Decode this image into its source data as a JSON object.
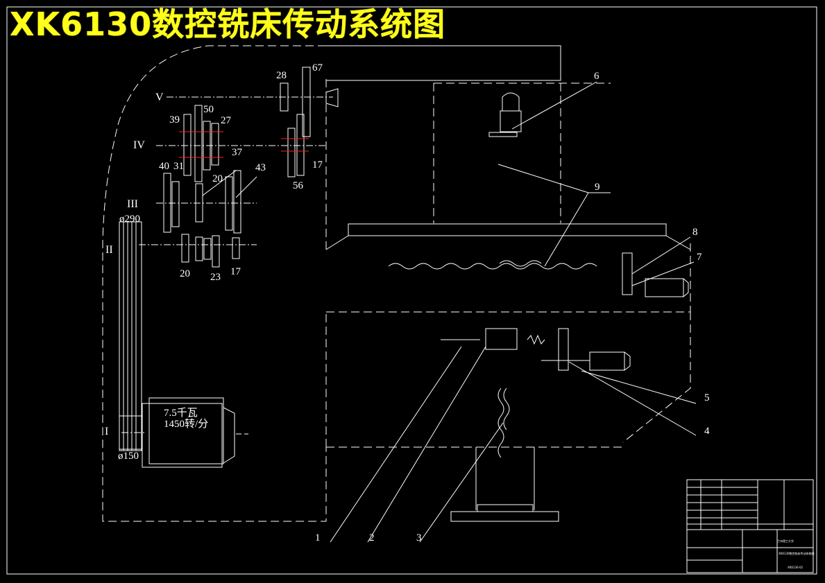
{
  "title": "XK6130数控铣床传动系统图",
  "motor": {
    "power": "7.5千瓦",
    "speed": "1450转/分"
  },
  "shafts": [
    "I",
    "II",
    "III",
    "IV",
    "V"
  ],
  "pulley_labels": {
    "top": "ø290",
    "bottom": "ø150"
  },
  "gear_labels": [
    "28",
    "67",
    "39",
    "50",
    "27",
    "37",
    "40",
    "31",
    "20",
    "43",
    "17",
    "56",
    "20",
    "23",
    "17"
  ],
  "callouts": [
    "1",
    "2",
    "3",
    "4",
    "5",
    "6",
    "7",
    "8",
    "9"
  ],
  "title_block": {
    "institution": "兰州理工大学",
    "drawing_title": "XK6130数控铣床传动系统图",
    "drawing_code": "XK6130-02"
  },
  "colors": {
    "background": "#000000",
    "line": "#ffffff",
    "title": "#ffff1a",
    "center_line": "#ff0000"
  }
}
